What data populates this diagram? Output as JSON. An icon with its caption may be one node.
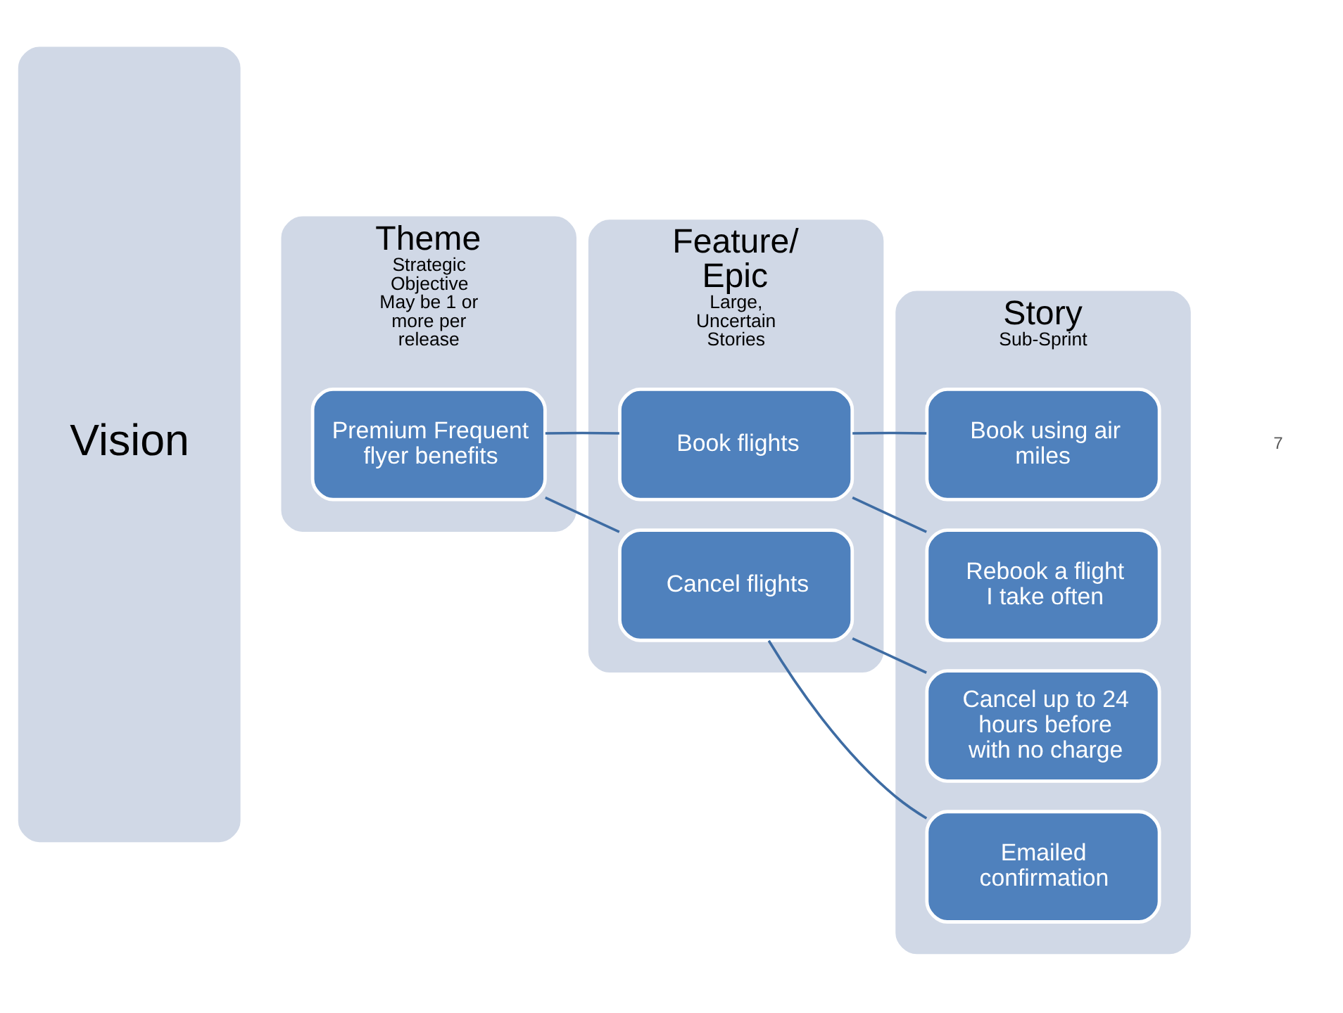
{
  "diagram": {
    "nodes": [
      {
        "text": [
          "Vision"
        ]
      },
      {
        "text": [
          "Theme",
          "Strategic Objective",
          "May be 1 or more per release"
        ]
      },
      {
        "text": [
          "Premium Frequent flyer benefits"
        ],
        "in": 1
      },
      {
        "text": [
          "Feature/ Epic",
          "Large, Uncertain Stories"
        ]
      },
      {
        "text": [
          "Book flights"
        ],
        "in": 3
      },
      {
        "text": [
          "Cancel flights"
        ],
        "in": 3
      },
      {
        "text": [
          "Story",
          "Sub-Sprint"
        ]
      },
      {
        "text": [
          "Book using air miles"
        ],
        "in": 6
      },
      {
        "text": [
          "Rebook a flight I take often"
        ],
        "in": 6
      },
      {
        "text": [
          "Cancel up to 24 hours before with no charge"
        ],
        "in": 6
      },
      {
        "text": [
          "Emailed confirmation"
        ],
        "in": 6
      }
    ],
    "edges": [
      {
        "from": 2,
        "to": 4,
        "arrow": "none"
      },
      {
        "from": 2,
        "to": 5,
        "arrow": "none"
      },
      {
        "from": 4,
        "to": 7,
        "arrow": "none"
      },
      {
        "from": 4,
        "to": 8,
        "arrow": "none"
      },
      {
        "from": 5,
        "to": 9,
        "arrow": "none"
      },
      {
        "from": 5,
        "to": 10,
        "arrow": "none"
      }
    ],
    "labels": [
      "7"
    ]
  }
}
